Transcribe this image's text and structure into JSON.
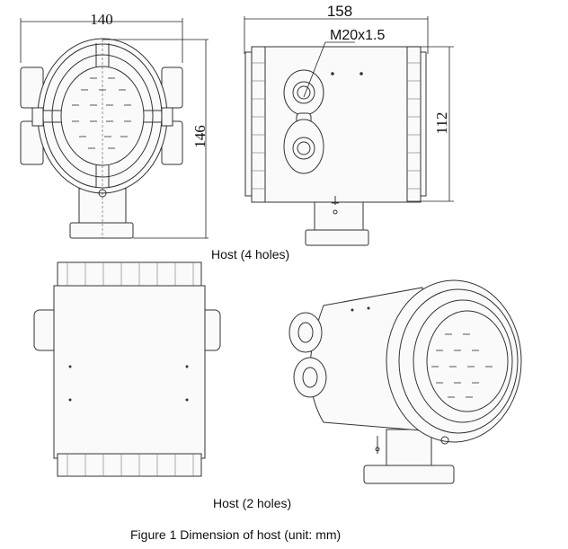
{
  "dimensions": {
    "front_width": "140",
    "front_height": "146",
    "side_width": "158",
    "side_height": "112",
    "thread_label": "M20x1.5"
  },
  "captions": {
    "top_view": "Host (4  holes)",
    "bottom_view": "Host (2  holes)",
    "figure": "Figure 1  Dimension of host (unit:  mm)"
  }
}
